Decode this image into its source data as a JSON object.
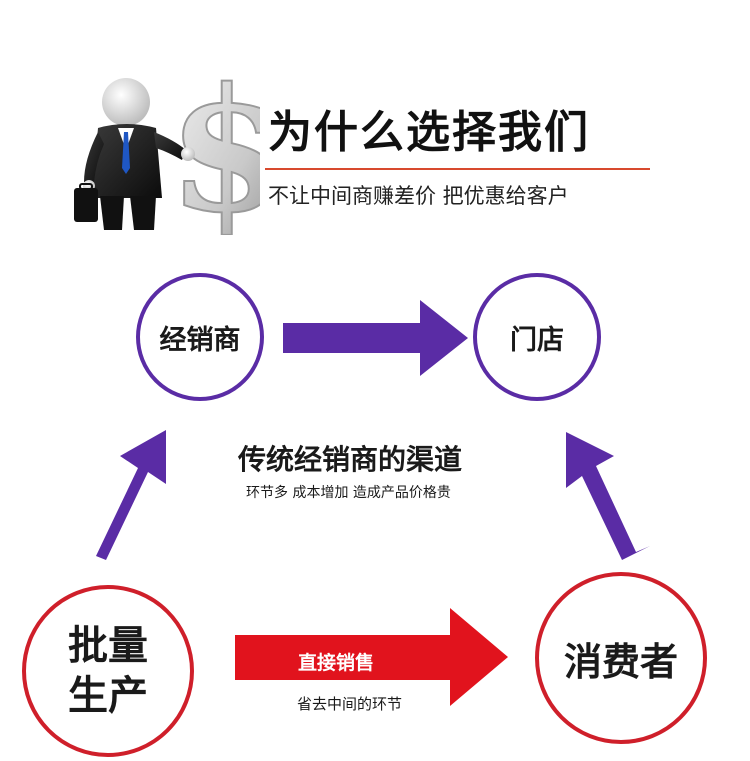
{
  "header": {
    "title": "为什么选择我们",
    "subtitle": "不让中间商赚差价 把优惠给客户"
  },
  "illustration": {
    "icon": "businessman-dollar-icon"
  },
  "nodes": {
    "dealer": "经销商",
    "store": "门店",
    "producer_line1": "批量",
    "producer_line2": "生产",
    "consumer": "消费者"
  },
  "center": {
    "title": "传统经销商的渠道",
    "subtitle": "环节多 成本增加 造成产品价格贵"
  },
  "direct": {
    "label": "直接销售",
    "subtitle": "省去中间的环节"
  },
  "colors": {
    "purple": "#5a2ca5",
    "red": "#cf1f2a",
    "accent_rule": "#d84a2e"
  }
}
